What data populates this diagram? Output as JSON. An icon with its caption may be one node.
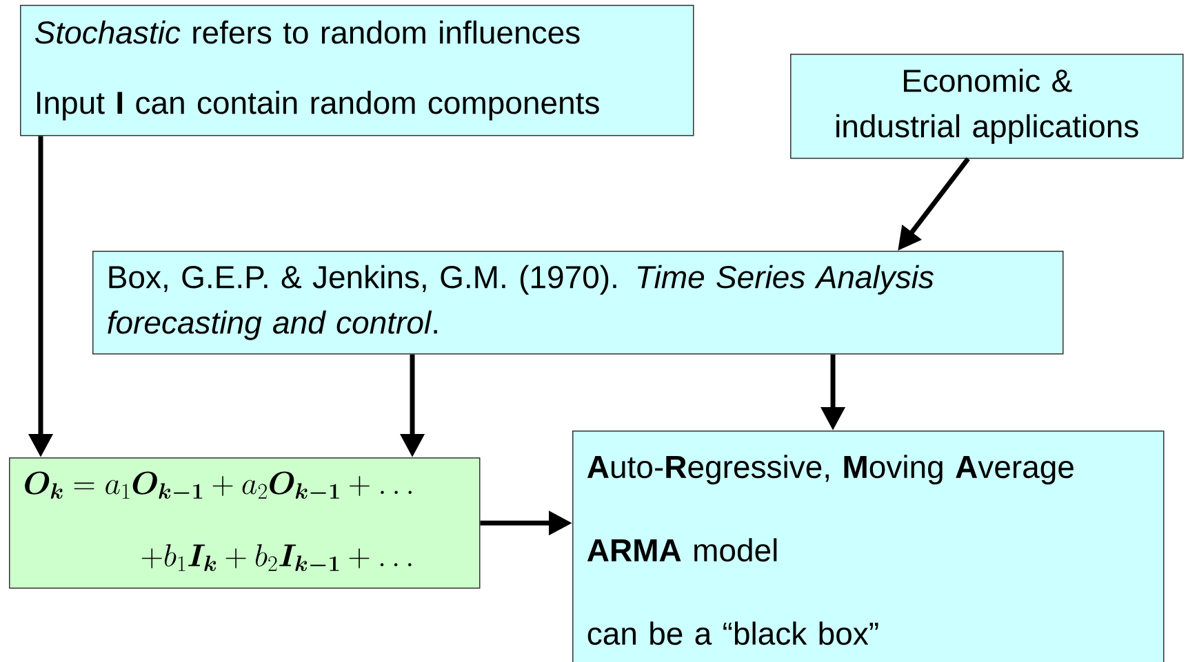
{
  "diagram": {
    "nodes": [
      {
        "text": [
          "*Stochastic* refers to random influences",
          "Input **I** can contain random components"
        ]
      },
      {
        "text": [
          "Economic & industrial applications"
        ]
      },
      {
        "text": [
          "Box, G.E.P. & Jenkins, G.M. (1970). *Time Series Analysis forecasting and control*."
        ]
      },
      {
        "text": [
          "\\boldsymbol{O_k} = a_1\\boldsymbol{O_{k-1}} + a_2\\boldsymbol{O_{k-1}} + \\ldots",
          "+ b_1\\boldsymbol{I_k} + b_2\\boldsymbol{I_{k-1}} + \\ldots"
        ]
      },
      {
        "text": [
          "**A**uto-**R**egressive, **M**oving **A**verage",
          "**ARMA** model",
          "can be a “black box”"
        ]
      }
    ],
    "edges": [
      {
        "from": 0,
        "to": 3,
        "arrow": "to"
      },
      {
        "from": 1,
        "to": 2,
        "arrow": "to"
      },
      {
        "from": 2,
        "to": 3,
        "arrow": "to"
      },
      {
        "from": 2,
        "to": 4,
        "arrow": "to"
      },
      {
        "from": 3,
        "to": 4,
        "arrow": "to"
      }
    ]
  }
}
